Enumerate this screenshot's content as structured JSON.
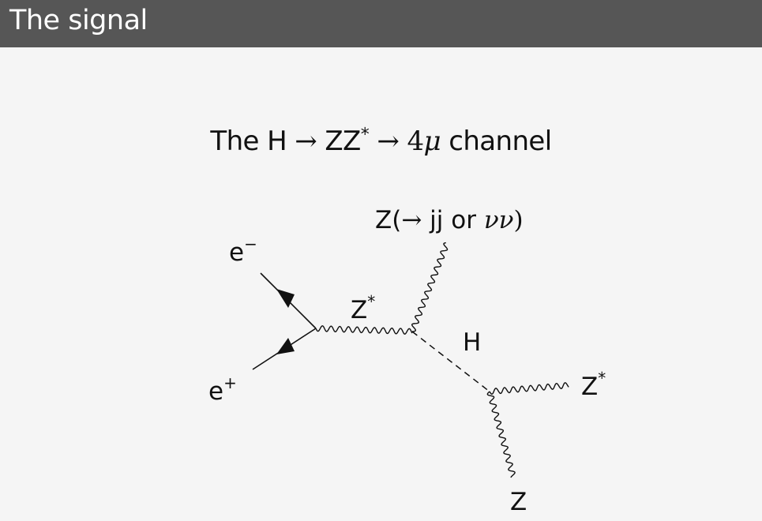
{
  "header": {
    "title": "The signal"
  },
  "subtitle": {
    "prefix": "The ",
    "h": "H",
    "arrow1": "→",
    "zz": "ZZ",
    "star": "*",
    "arrow2": "→",
    "four": "4",
    "mu": "μ",
    "suffix": " channel"
  },
  "diagram": {
    "electron": {
      "base": "e",
      "sup": "−"
    },
    "positron": {
      "base": "e",
      "sup": "+"
    },
    "z_star_propagator": {
      "base": "Z",
      "sup": "*"
    },
    "higgs": "H",
    "z_top": {
      "z": "Z(",
      "arrow": "→",
      "jj": " jj or ",
      "nunu": "νν",
      "close": ")"
    },
    "z_star_out": {
      "base": "Z",
      "sup": "*"
    },
    "z_bottom": "Z"
  },
  "colors": {
    "title_bar": "#565656",
    "background": "#f5f5f5",
    "line": "#111111"
  }
}
